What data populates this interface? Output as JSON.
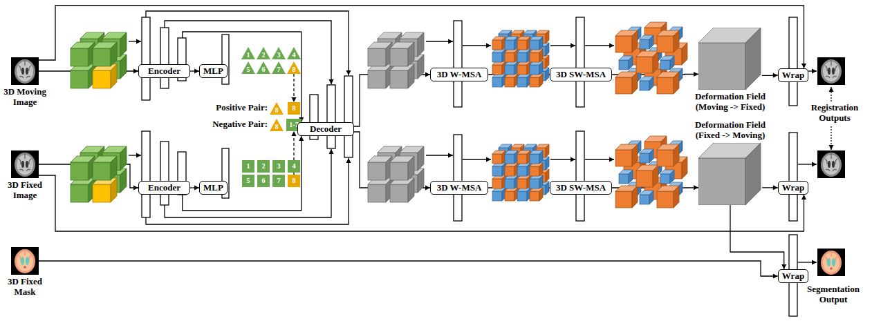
{
  "diagram": {
    "nodes": [
      {
        "text": [
          "3D Moving Image"
        ]
      },
      {
        "text": [
          "Encoder"
        ]
      },
      {
        "text": [
          "MLP"
        ]
      },
      {
        "text": [
          "1"
        ]
      },
      {
        "text": [
          "2"
        ]
      },
      {
        "text": [
          "3"
        ]
      },
      {
        "text": [
          "4"
        ]
      },
      {
        "text": [
          "5"
        ]
      },
      {
        "text": [
          "6"
        ]
      },
      {
        "text": [
          "7"
        ]
      },
      {
        "text": [
          "8"
        ]
      },
      {
        "text": [
          "8"
        ]
      },
      {
        "text": [
          "8"
        ]
      },
      {
        "text": [
          "8"
        ]
      },
      {
        "text": [
          "1-7"
        ]
      },
      {
        "text": [
          "3D Fixed Image"
        ]
      },
      {
        "text": [
          "Encoder"
        ]
      },
      {
        "text": [
          "MLP"
        ]
      },
      {
        "text": [
          "1"
        ]
      },
      {
        "text": [
          "2"
        ]
      },
      {
        "text": [
          "3"
        ]
      },
      {
        "text": [
          "4"
        ]
      },
      {
        "text": [
          "5"
        ]
      },
      {
        "text": [
          "6"
        ]
      },
      {
        "text": [
          "7"
        ]
      },
      {
        "text": [
          "8"
        ]
      },
      {
        "text": [
          "3D Fixed Mask"
        ]
      },
      {
        "text": [
          "Decoder"
        ]
      },
      {
        "text": [
          "3D W-MSA"
        ]
      },
      {
        "text": [
          "3D SW-MSA"
        ]
      },
      {
        "text": [
          "Deformation Field (Moving -> Fixed)"
        ]
      },
      {
        "text": [
          "Wrap"
        ]
      },
      {
        "text": [
          "3D W-MSA"
        ]
      },
      {
        "text": [
          "3D SW-MSA"
        ]
      },
      {
        "text": [
          "Deformation Field (Fixed -> Moving)"
        ]
      },
      {
        "text": [
          "Wrap"
        ]
      },
      {
        "text": [
          "Wrap"
        ]
      }
    ],
    "edges": [
      {
        "from": 0,
        "to": 1,
        "arrow": "to"
      },
      {
        "from": 1,
        "to": 2,
        "arrow": "to"
      },
      {
        "from": 1,
        "to": 27,
        "arrow": "to"
      },
      {
        "from": 15,
        "to": 16,
        "arrow": "to"
      },
      {
        "from": 16,
        "to": 17,
        "arrow": "to"
      },
      {
        "from": 16,
        "to": 27,
        "arrow": "to"
      },
      {
        "from": 10,
        "to": 12,
        "arrow": "to"
      },
      {
        "from": 25,
        "to": 14,
        "arrow": "to"
      },
      {
        "from": 27,
        "to": 28,
        "arrow": "to"
      },
      {
        "from": 28,
        "to": 29,
        "arrow": "to"
      },
      {
        "from": 29,
        "to": 30,
        "arrow": "to"
      },
      {
        "from": 30,
        "to": 31,
        "arrow": "to"
      },
      {
        "from": 0,
        "to": 31,
        "arrow": "to"
      },
      {
        "from": 27,
        "to": 32,
        "arrow": "to"
      },
      {
        "from": 32,
        "to": 33,
        "arrow": "to"
      },
      {
        "from": 33,
        "to": 34,
        "arrow": "to"
      },
      {
        "from": 34,
        "to": 35,
        "arrow": "to"
      },
      {
        "from": 15,
        "to": 35,
        "arrow": "to"
      },
      {
        "from": 34,
        "to": 36,
        "arrow": "to"
      },
      {
        "from": 26,
        "to": 36,
        "arrow": "to"
      }
    ],
    "labels": [
      "Positive Pair:",
      "Negative Pair:",
      "Registration Outputs",
      "Segmentation Output"
    ]
  }
}
